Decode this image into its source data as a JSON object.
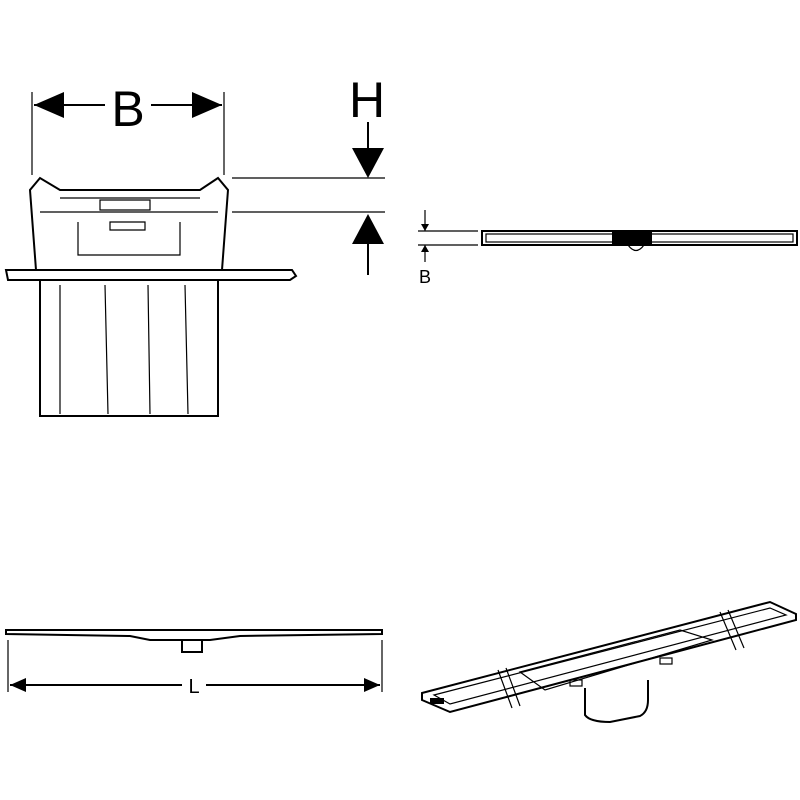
{
  "labels": {
    "width_top": "B",
    "height": "H",
    "width_side": "B",
    "length": "L"
  },
  "colors": {
    "line": "#000000",
    "background": "#ffffff"
  }
}
